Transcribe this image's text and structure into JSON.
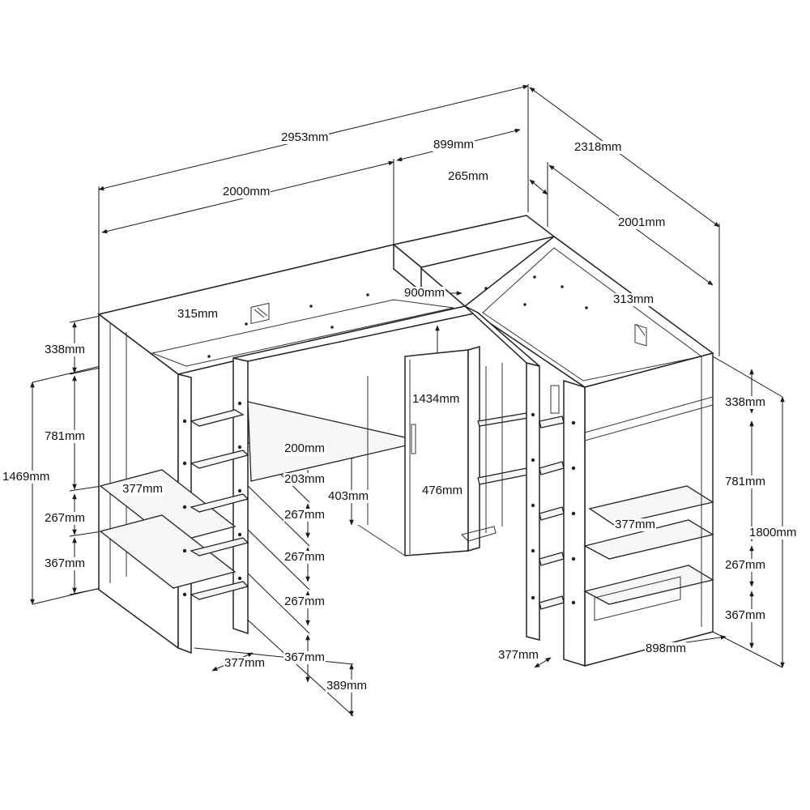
{
  "dimensions": {
    "total_length": "2953mm",
    "left_bed_length": "2000mm",
    "connector_width": "899mm",
    "total_depth": "2318mm",
    "right_bed_length": "2001mm",
    "offset_265": "265mm",
    "left_guard_height": "315mm",
    "desk_width": "900mm",
    "right_guard_height": "313mm",
    "left_top_rail": "338mm",
    "left_mid_gap": "781mm",
    "left_total_height": "1469mm",
    "left_shelf_depth": "377mm",
    "left_shelf_gap_267": "267mm",
    "left_shelf_gap_367": "367mm",
    "desk_clearance": "1434mm",
    "desk_shelf_200": "200mm",
    "desk_shelf_203": "203mm",
    "desk_height_403": "403mm",
    "cupboard_476": "476mm",
    "ladder_gap_1": "267mm",
    "ladder_gap_2": "267mm",
    "ladder_gap_3": "267mm",
    "ladder_gap_4": "367mm",
    "ladder_base_389": "389mm",
    "ladder_depth": "377mm",
    "right_top_rail": "338mm",
    "right_mid_gap": "781mm",
    "right_shelf_depth": "377mm",
    "right_total_height": "1800mm",
    "right_shelf_gap_267": "267mm",
    "right_shelf_gap_367": "367mm",
    "right_ladder_depth": "377mm",
    "right_base_width": "898mm"
  }
}
